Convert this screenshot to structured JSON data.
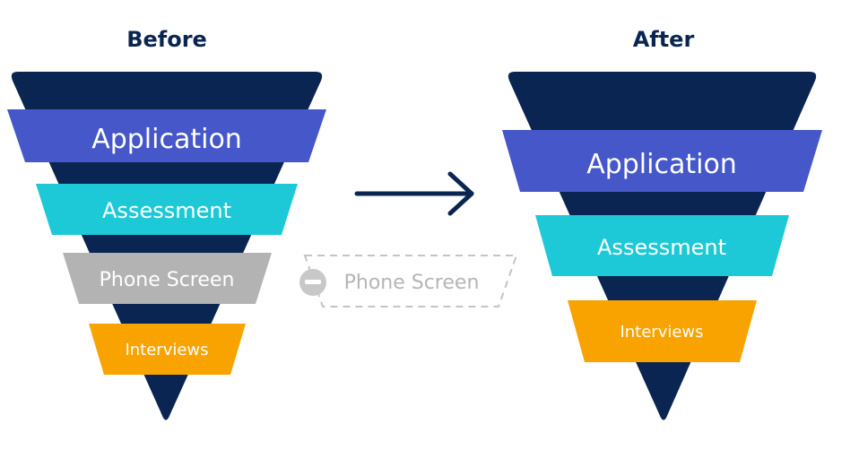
{
  "before": {
    "heading": "Before",
    "stages": [
      {
        "label": "Application",
        "color": "#4557C9"
      },
      {
        "label": "Assessment",
        "color": "#1DC9D7"
      },
      {
        "label": "Phone Screen",
        "color": "#B3B3B3"
      },
      {
        "label": "Interviews",
        "color": "#F8A300"
      }
    ]
  },
  "after": {
    "heading": "After",
    "stages": [
      {
        "label": "Application",
        "color": "#4557C9"
      },
      {
        "label": "Assessment",
        "color": "#1DC9D7"
      },
      {
        "label": "Interviews",
        "color": "#F8A300"
      }
    ]
  },
  "removed": {
    "label": "Phone Screen",
    "icon": "minus-circle-icon"
  },
  "colors": {
    "funnel_body": "#0B2552",
    "heading": "#0B2552",
    "arrow": "#0B2552",
    "label_text": "#FFFFFF",
    "removed_text": "#B5B5B5",
    "removed_border": "#C4C4C4",
    "minus_icon": "#C8C8C8"
  }
}
